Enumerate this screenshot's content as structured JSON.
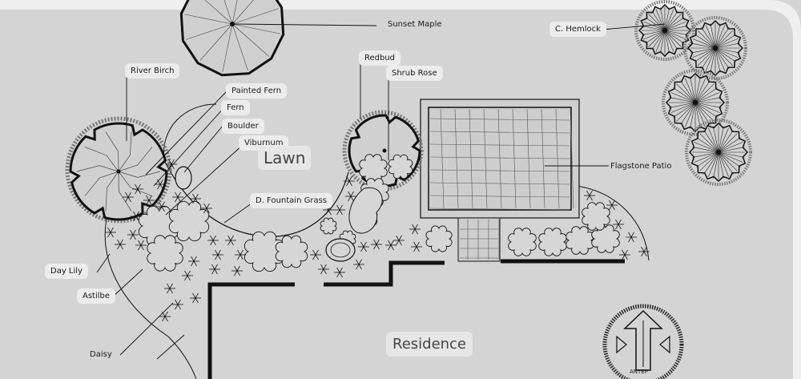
{
  "plan": {
    "labels": {
      "sunset_maple": "Sunset Maple",
      "c_hemlock": "C. Hemlock",
      "river_birch": "River Birch",
      "redbud": "Redbud",
      "shrub_rose": "Shrub Rose",
      "painted_fern": "Painted Fern",
      "fern": "Fern",
      "boulder": "Boulder",
      "viburnum": "Viburnum",
      "lawn": "Lawn",
      "d_fountain_grass": "D. Fountain Grass",
      "flagstone_patio": "Flagstone Patio",
      "day_lily": "Day Lily",
      "astilbe": "Astilbe",
      "daisy": "Daisy",
      "residence": "Residence",
      "compass_text": "ANTEP"
    },
    "colors": {
      "background": "#d4d4d4",
      "ink": "#111111",
      "label_bg": "#ececec",
      "frame": "#f2f2f2"
    }
  }
}
